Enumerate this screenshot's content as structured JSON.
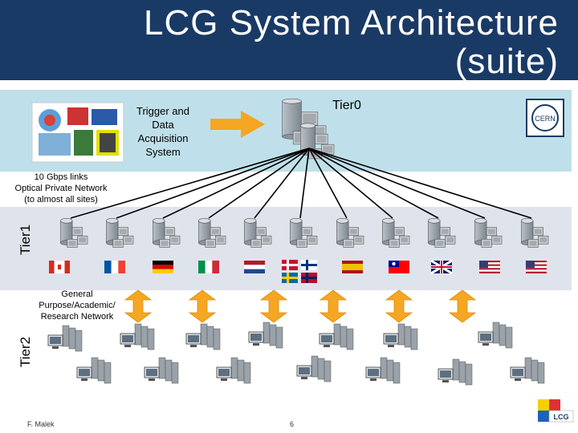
{
  "title": {
    "line1": "LCG System Architecture",
    "line2": "(suite)"
  },
  "tdaq_label": "Trigger and Data Acquisition System",
  "tier0_label": "Tier0",
  "cern_logo_text": "CERN",
  "network_links_label": [
    "10 Gbps links",
    "Optical Private Network",
    "(to almost all sites)"
  ],
  "tier1_label": "Tier1",
  "general_network_label": [
    "General",
    "Purpose/Academic/",
    "Research Network"
  ],
  "tier2_label": "Tier2",
  "footer": {
    "author": "F. Malek",
    "page": "6"
  },
  "lcg_logo_text": "LCG",
  "tier1_flags": [
    "canada-flag",
    "france-flag",
    "germany-flag",
    "italy-flag",
    "netherlands-flag",
    "nordic-flags",
    "spain-flag",
    "taiwan-flag",
    "uk-flag",
    "usa-flag",
    "usa-flag"
  ],
  "colors": {
    "header": "#1a3a66",
    "tier0_band": "#bfe0ea",
    "tier1_band": "#dfe3ec",
    "arrow_orange": "#f5a623"
  }
}
